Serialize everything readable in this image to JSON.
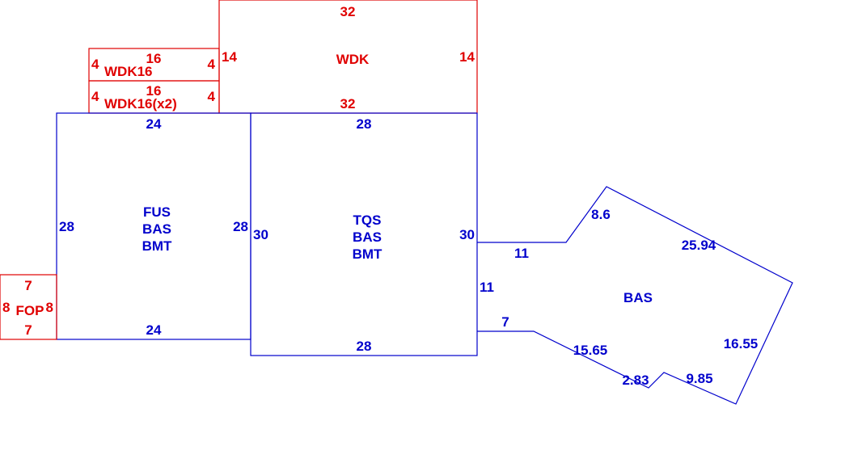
{
  "colors": {
    "deck": "#e00000",
    "living": "#0000cc"
  },
  "wdk_large": {
    "label": "WDK",
    "top": "32",
    "bottom": "32",
    "left": "14",
    "right": "14"
  },
  "wdk_a": {
    "label": "WDK16",
    "top": "16",
    "left": "4",
    "right": "4"
  },
  "wdk_b": {
    "label": "WDK16(x2)",
    "top": "16",
    "left": "4",
    "right": "4"
  },
  "fus": {
    "lines": [
      "FUS",
      "BAS",
      "BMT"
    ],
    "top": "24",
    "bottom": "24",
    "left": "28",
    "right": "28"
  },
  "tqs": {
    "lines": [
      "TQS",
      "BAS",
      "BMT"
    ],
    "top": "28",
    "bottom": "28",
    "left": "30",
    "right": "30"
  },
  "fop": {
    "label": "FOP",
    "top": "7",
    "bottom": "7",
    "left": "8",
    "right": "8"
  },
  "bas": {
    "label": "BAS",
    "edges": [
      "11",
      "8.6",
      "25.94",
      "16.55",
      "9.85",
      "2.83",
      "15.65",
      "7",
      "11"
    ]
  }
}
